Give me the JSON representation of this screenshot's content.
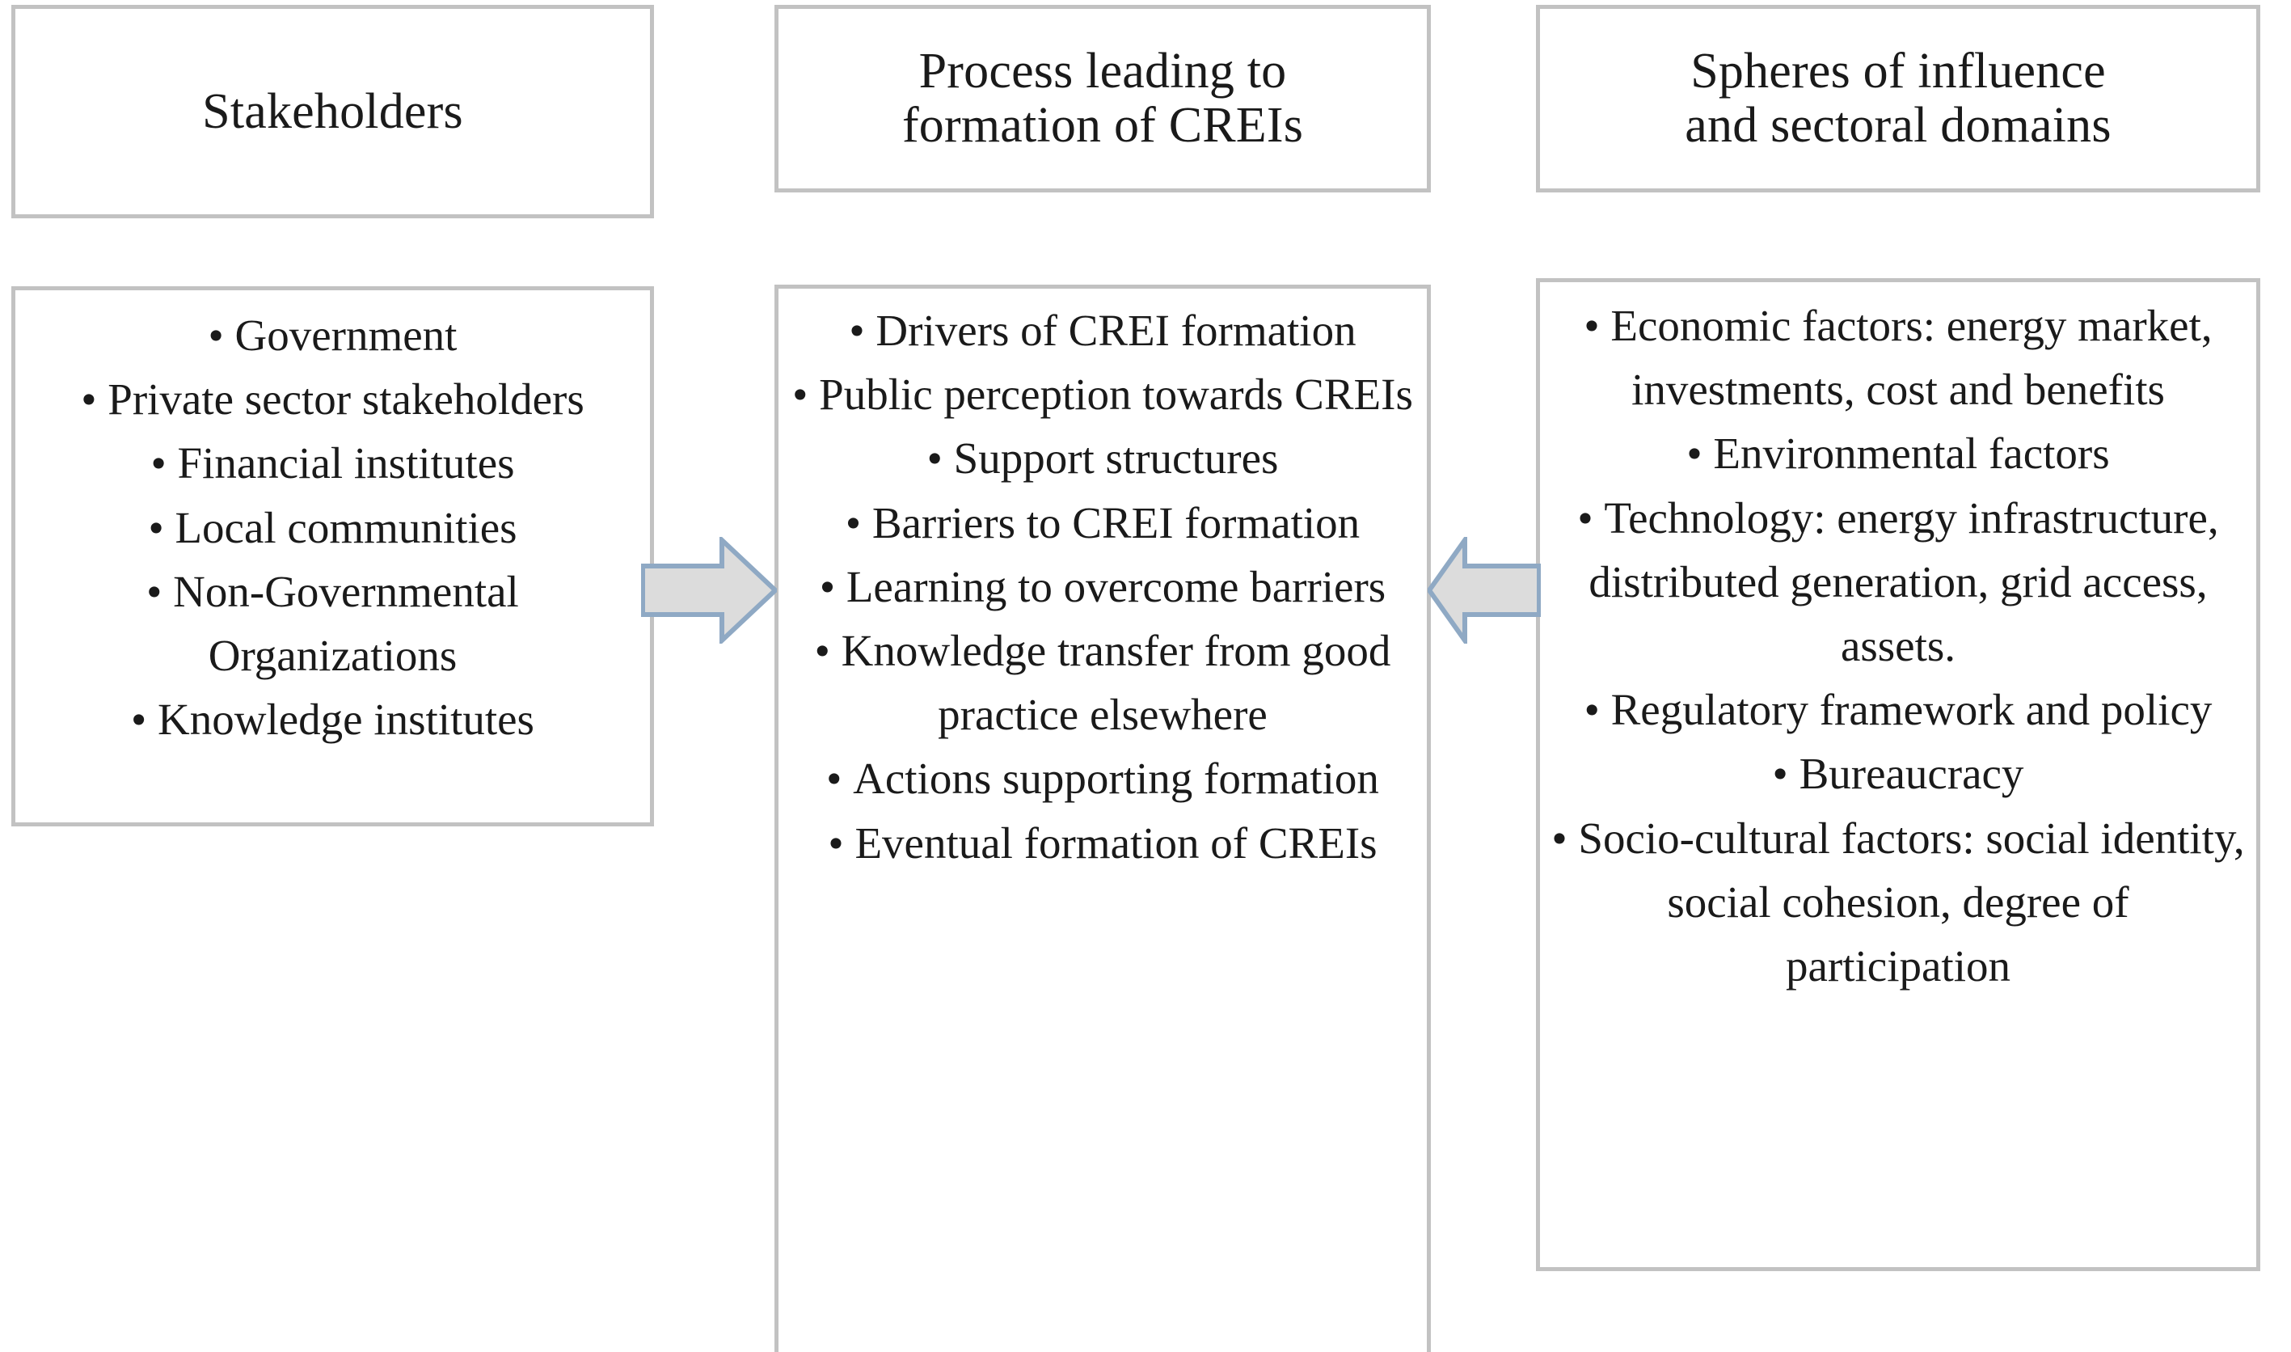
{
  "diagram": {
    "type": "three-column-flow",
    "colors": {
      "box_border": "#c2c2c2",
      "arrow_fill": "#dcdcdc",
      "arrow_stroke": "#8fa9c4",
      "text": "#1a1a1a",
      "background": "#ffffff"
    },
    "columns": [
      {
        "id": "stakeholders",
        "header": "Stakeholders",
        "items": [
          "Government",
          "Private sector stakeholders",
          "Financial institutes",
          "Local communities",
          "Non-Governmental Organizations",
          "Knowledge institutes"
        ]
      },
      {
        "id": "process",
        "header": "Process leading to formation of CREIs",
        "header_lines": [
          "Process leading to",
          "formation of CREIs"
        ],
        "items": [
          "Drivers of CREI formation",
          "Public perception towards CREIs",
          "Support structures",
          "Barriers to CREI formation",
          "Learning to overcome barriers",
          "Knowledge transfer from good practice elsewhere",
          "Actions supporting formation",
          "Eventual formation of CREIs"
        ]
      },
      {
        "id": "spheres",
        "header": "Spheres of influence and sectoral domains",
        "header_lines": [
          "Spheres of influence",
          "and sectoral domains"
        ],
        "items": [
          "Economic factors: energy market, investments, cost and benefits",
          "Environmental factors",
          "Technology: energy infrastructure, distributed generation, grid access, assets.",
          "Regulatory framework and policy",
          "Bureaucracy",
          "Socio-cultural factors: social identity, social cohesion, degree of participation"
        ]
      }
    ],
    "arrows": [
      {
        "id": "stakeholders-to-process",
        "direction": "right",
        "label": "arrow from Stakeholders to Process"
      },
      {
        "id": "spheres-to-process",
        "direction": "left",
        "label": "arrow from Spheres of influence to Process"
      }
    ]
  }
}
